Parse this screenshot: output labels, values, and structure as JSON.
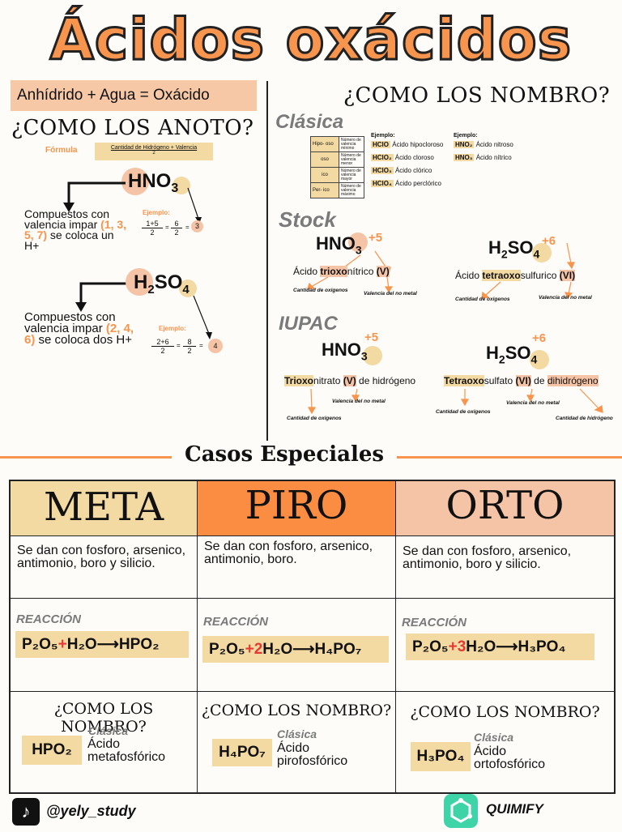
{
  "title": "Ácidos oxácidos",
  "left": {
    "equation": "Anhídrido + Agua = Oxácido",
    "how_write": "¿COMO LOS ANOTO?",
    "formula_label": "Fórmula",
    "formula_text": "Cantidad de Hidrógeno + Valencia",
    "formula_den": "2",
    "ex1": {
      "compound": "HNO",
      "sub": "3",
      "desc_a": "Compuestos con valencia impar ",
      "desc_nums": "(1, 3, 5, 7)",
      "desc_b": " se coloca un H+",
      "ejemplo": "Ejemplo:",
      "num1": "1+5",
      "den1": "2",
      "num2": "6",
      "den2": "2",
      "result": "3"
    },
    "ex2": {
      "compound_a": "H",
      "sub_a": "2",
      "compound_b": "SO",
      "sub_b": "4",
      "desc_a": "Compuestos con valencia impar ",
      "desc_nums": "(2, 4, 6)",
      "desc_b": " se coloca dos H+",
      "ejemplo": "Ejemplo:",
      "num1": "2+6",
      "den1": "2",
      "num2": "8",
      "den2": "2",
      "result": "4"
    }
  },
  "right": {
    "how_name": "¿COMO LOS NOMBRO?",
    "clasica": {
      "label": "Clásica",
      "table": [
        {
          "prefix": "Hipo- oso",
          "desc": "Número de valencia mínimo"
        },
        {
          "prefix": "oso",
          "desc": "Número de valencia menor"
        },
        {
          "prefix": "ico",
          "desc": "Número de valencia mayor"
        },
        {
          "prefix": "Per- ico",
          "desc": "Número de valencia máximo"
        }
      ],
      "ejemplo1": "Ejemplo:",
      "examples1": [
        {
          "f": "HClO",
          "n": "Ácido hipocloroso"
        },
        {
          "f": "HClO₂",
          "n": "Ácido cloroso"
        },
        {
          "f": "HClO₃",
          "n": "Ácido clórico"
        },
        {
          "f": "HClO₄",
          "n": "Ácido perclórico"
        }
      ],
      "ejemplo2": "Ejemplo:",
      "examples2": [
        {
          "f": "HNO₂",
          "n": "Ácido nitroso"
        },
        {
          "f": "HNO₃",
          "n": "Ácido nítrico"
        }
      ]
    },
    "stock": {
      "label": "Stock",
      "a": {
        "f": "HNO",
        "sub": "3",
        "ox": "+5",
        "name_a": "Ácido ",
        "name_b": "trioxo",
        "name_c": "nítrico ",
        "name_d": "(V)",
        "lbl_oxy": "Cantidad de oxigenos",
        "lbl_val": "Valencia del no metal"
      },
      "b": {
        "f1": "H",
        "s1": "2",
        "f2": "SO",
        "s2": "4",
        "ox": "+6",
        "name_a": "Ácido ",
        "name_b": "tetraoxo",
        "name_c": "sulfurico ",
        "name_d": "(VI)",
        "lbl_oxy": "Cantidad de oxigenos",
        "lbl_val": "Valencia del no metal"
      }
    },
    "iupac": {
      "label": "IUPAC",
      "a": {
        "f": "HNO",
        "sub": "3",
        "ox": "+5",
        "name_b": "Trioxo",
        "name_c": "nitrato ",
        "name_d": "(V)",
        "name_e": " de hidrógeno",
        "lbl_oxy": "Cantidad de oxigenos",
        "lbl_val": "Valencia del no metal"
      },
      "b": {
        "f1": "H",
        "s1": "2",
        "f2": "SO",
        "s2": "4",
        "ox": "+6",
        "name_b": "Tetraoxo",
        "name_c": "sulfato ",
        "name_d": "(VI)",
        "name_e": " de ",
        "name_f": "dihidrógeno",
        "lbl_oxy": "Cantidad de oxigenos",
        "lbl_val": "Valencia del no metal",
        "lbl_h": "Cantidad de hidrógeno"
      }
    }
  },
  "special": {
    "title": "Casos Especiales",
    "reaccion_label": "REACCIÓN",
    "how_name": "¿COMO LOS NOMBRO?",
    "clasica_label": "Clásica",
    "columns": [
      {
        "header": "META",
        "color": "#f3d9a2",
        "desc": "Se dan con fosforo, arsenico, antimonio, boro y silicio.",
        "reac_a": "P₂O₅",
        "reac_plus": "+",
        "reac_coef": "",
        "reac_b": " H₂O ",
        "reac_arrow": "⟶",
        "reac_c": " HPO₂",
        "formula": "HPO₂",
        "name": "Ácido metafosfórico"
      },
      {
        "header": "PIRO",
        "color": "#fa8d42",
        "desc": "Se dan con fosforo, arsenico, antimonio, boro.",
        "reac_a": "P₂O₅",
        "reac_plus": "+",
        "reac_coef": " 2",
        "reac_b": "H₂O ",
        "reac_arrow": "⟶",
        "reac_c": " H₄PO₇",
        "formula": "H₄PO₇",
        "name": "Ácido pirofosfórico"
      },
      {
        "header": "ORTO",
        "color": "#f5c4a6",
        "desc": "Se dan con fosforo, arsenico, antimonio, boro y silicio.",
        "reac_a": "P₂O₅",
        "reac_plus": "+",
        "reac_coef": " 3",
        "reac_b": "H₂O",
        "reac_arrow": "⟶",
        "reac_c": " H₃PO₄",
        "formula": "H₃PO₄",
        "name": "Ácido ortofosfórico"
      }
    ]
  },
  "footer": {
    "handle": "@yely_study",
    "brand": "QUIMIFY"
  },
  "colors": {
    "accent": "#f7944d",
    "tan": "#f3d9a2",
    "peach": "#f5c4a6",
    "orange": "#fa8d42"
  }
}
